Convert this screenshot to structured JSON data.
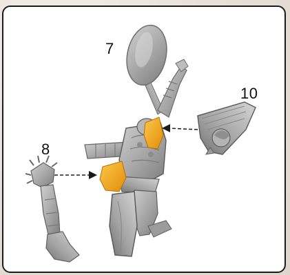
{
  "diagram": {
    "callouts": {
      "part_7": "7",
      "part_8": "8",
      "part_10": "10"
    },
    "colors": {
      "frame_border": "#1b1b1b",
      "panel_background": "#ffffff",
      "page_background": "#e9e4dd",
      "miniature_grey": "#a9a9a9",
      "attachment_highlight": "#f4a81c",
      "arrow": "#1a1a1a"
    },
    "icons": [
      "miniature-torso-icon",
      "paddle-weapon-icon",
      "shield-icon",
      "leg-icon",
      "assembly-arrow-icon"
    ]
  }
}
